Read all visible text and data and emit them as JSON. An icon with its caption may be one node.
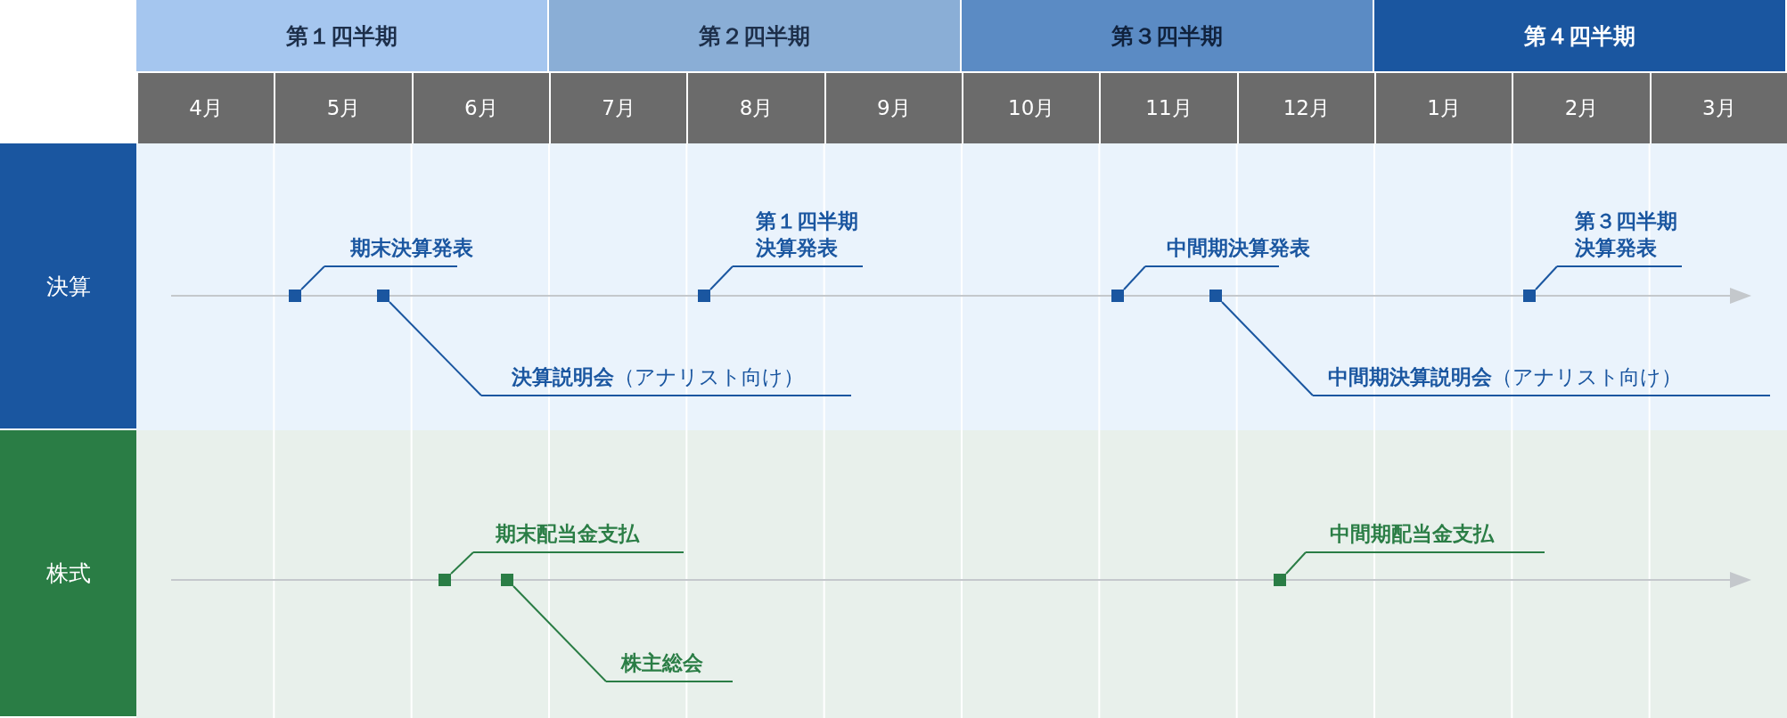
{
  "diagram": {
    "nodes": [
      {
        "text": [
          "第１四半期"
        ]
      },
      {
        "text": [
          "第２四半期"
        ]
      },
      {
        "text": [
          "第３四半期"
        ]
      },
      {
        "text": [
          "第４四半期"
        ]
      },
      {
        "text": [
          "4月"
        ]
      },
      {
        "text": [
          "5月"
        ]
      },
      {
        "text": [
          "6月"
        ]
      },
      {
        "text": [
          "7月"
        ]
      },
      {
        "text": [
          "8月"
        ]
      },
      {
        "text": [
          "9月"
        ]
      },
      {
        "text": [
          "10月"
        ]
      },
      {
        "text": [
          "11月"
        ]
      },
      {
        "text": [
          "12月"
        ]
      },
      {
        "text": [
          "1月"
        ]
      },
      {
        "text": [
          "2月"
        ]
      },
      {
        "text": [
          "3月"
        ]
      },
      {
        "text": [
          "決算"
        ]
      },
      {
        "text": [
          "期末決算発表"
        ]
      },
      {
        "text": [
          "第１四半期決算発表"
        ]
      },
      {
        "text": [
          "中間期決算発表"
        ]
      },
      {
        "text": [
          "第３四半期決算発表"
        ]
      },
      {
        "text": [
          "**決算説明会**（アナリスト向け）"
        ]
      },
      {
        "text": [
          "**中間期決算説明会**（アナリスト向け）"
        ]
      },
      {
        "text": [],
        "shape": "box"
      },
      {
        "text": [],
        "shape": "box"
      },
      {
        "text": [],
        "shape": "box"
      },
      {
        "text": [],
        "shape": "box"
      },
      {
        "text": [],
        "shape": "box"
      },
      {
        "text": [],
        "shape": "box"
      },
      {
        "text": [
          "株式"
        ]
      },
      {
        "text": [
          "期末配当金支払"
        ]
      },
      {
        "text": [
          "中間期配当金支払"
        ]
      },
      {
        "text": [
          "株主総会"
        ]
      },
      {
        "text": [],
        "shape": "box"
      },
      {
        "text": [],
        "shape": "box"
      },
      {
        "text": [],
        "shape": "box"
      }
    ],
    "edges": [
      {
        "from": 17,
        "to": 23,
        "arrow": "none"
      },
      {
        "from": 18,
        "to": 25,
        "arrow": "none"
      },
      {
        "from": 19,
        "to": 26,
        "arrow": "none"
      },
      {
        "from": 20,
        "to": 28,
        "arrow": "none"
      },
      {
        "from": 21,
        "to": 24,
        "arrow": "none"
      },
      {
        "from": 22,
        "to": 27,
        "arrow": "none"
      },
      {
        "from": 30,
        "to": 33,
        "arrow": "none",
        "color": "#2a7d45"
      },
      {
        "from": 31,
        "to": 35,
        "arrow": "none",
        "color": "#2a7d45"
      },
      {
        "from": 32,
        "to": 34,
        "arrow": "none",
        "color": "#2a7d45"
      }
    ]
  }
}
